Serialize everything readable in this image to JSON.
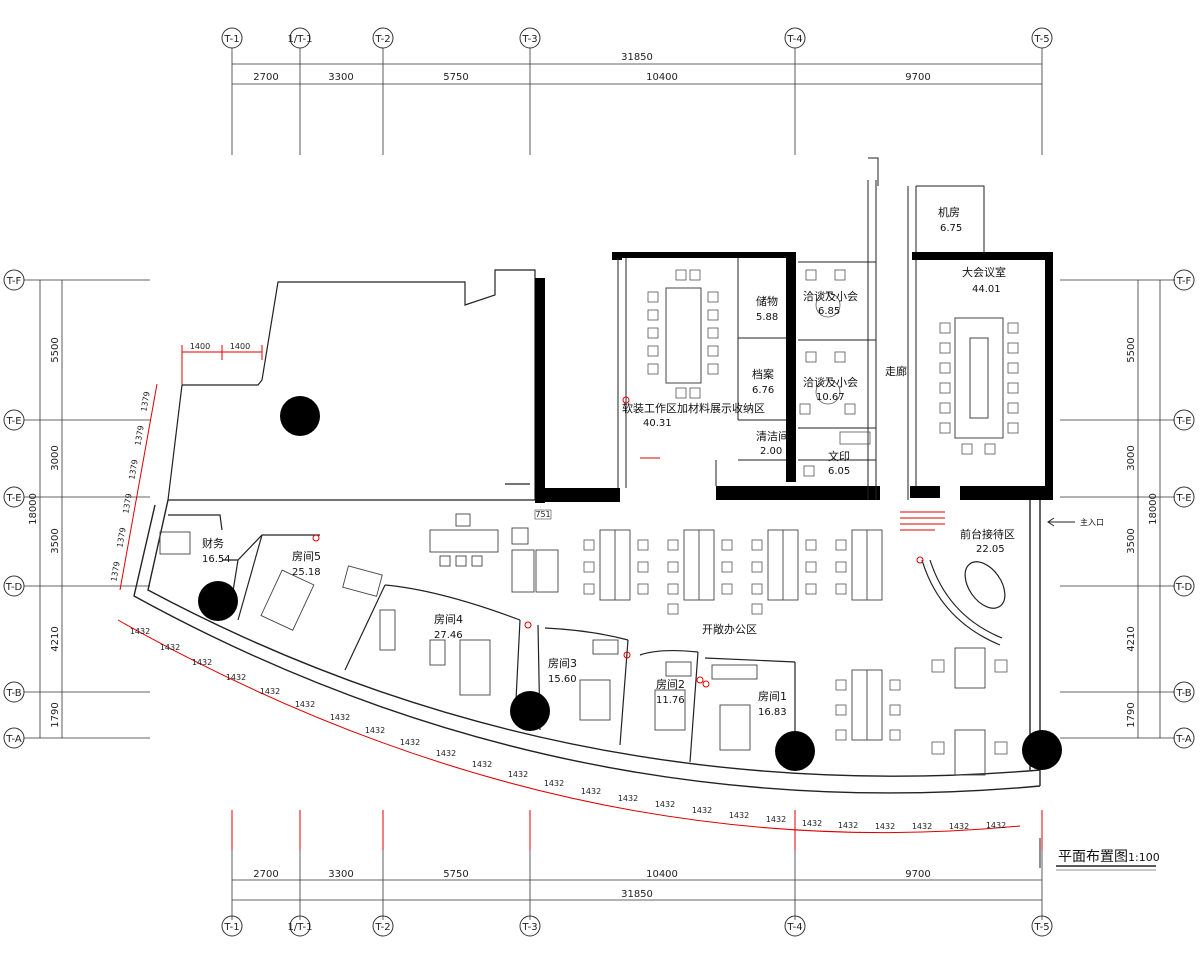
{
  "axes": {
    "top_bottom": [
      "T-1",
      "1/T-1",
      "T-2",
      "T-3",
      "T-4",
      "T-5"
    ],
    "left_right": [
      "T-F",
      "T-E",
      "T-E",
      "T-D",
      "T-B",
      "T-A"
    ]
  },
  "dimensions": {
    "horizontal_segments": [
      "2700",
      "3300",
      "5750",
      "10400",
      "9700"
    ],
    "horizontal_total": "31850",
    "vertical_segments": [
      "5500",
      "3000",
      "3500",
      "4210",
      "1790"
    ],
    "vertical_total": "18000",
    "left_red_segment": "1379",
    "top_red_segments": [
      "1400",
      "1400"
    ],
    "curve_segment": "1432",
    "door_width": "751"
  },
  "rooms": {
    "soft_zone": {
      "name": "软装工作区加材料展示收纳区",
      "area": "40.31"
    },
    "storage": {
      "name": "储物",
      "area": "5.88"
    },
    "negotiate_a": {
      "name": "洽谈及小会",
      "area": "6.85"
    },
    "archive": {
      "name": "档案",
      "area": "6.76"
    },
    "negotiate_b": {
      "name": "洽谈及小会",
      "area": "10.67"
    },
    "cleaning": {
      "name": "清洁间",
      "area": "2.00"
    },
    "print": {
      "name": "文印",
      "area": "6.05"
    },
    "corridor": {
      "name": "走廊"
    },
    "server": {
      "name": "机房",
      "area": "6.75"
    },
    "meeting": {
      "name": "大会议室",
      "area": "44.01"
    },
    "reception": {
      "name": "前台接待区",
      "area": "22.05"
    },
    "finance": {
      "name": "财务",
      "area": "16.54"
    },
    "room5": {
      "name": "房间5",
      "area": "25.18"
    },
    "room4": {
      "name": "房间4",
      "area": "27.46"
    },
    "room3": {
      "name": "房间3",
      "area": "15.60"
    },
    "room2": {
      "name": "房间2",
      "area": "11.76"
    },
    "room1": {
      "name": "房间1",
      "area": "16.83"
    },
    "open_office": {
      "name": "开敞办公区"
    }
  },
  "entrance": {
    "label": "主入口"
  },
  "title": {
    "text": "平面布置图",
    "scale": "1:100"
  },
  "colors": {
    "wall": "#000000",
    "dim_red": "#e00000",
    "line": "#333333",
    "furniture": "#555555"
  }
}
